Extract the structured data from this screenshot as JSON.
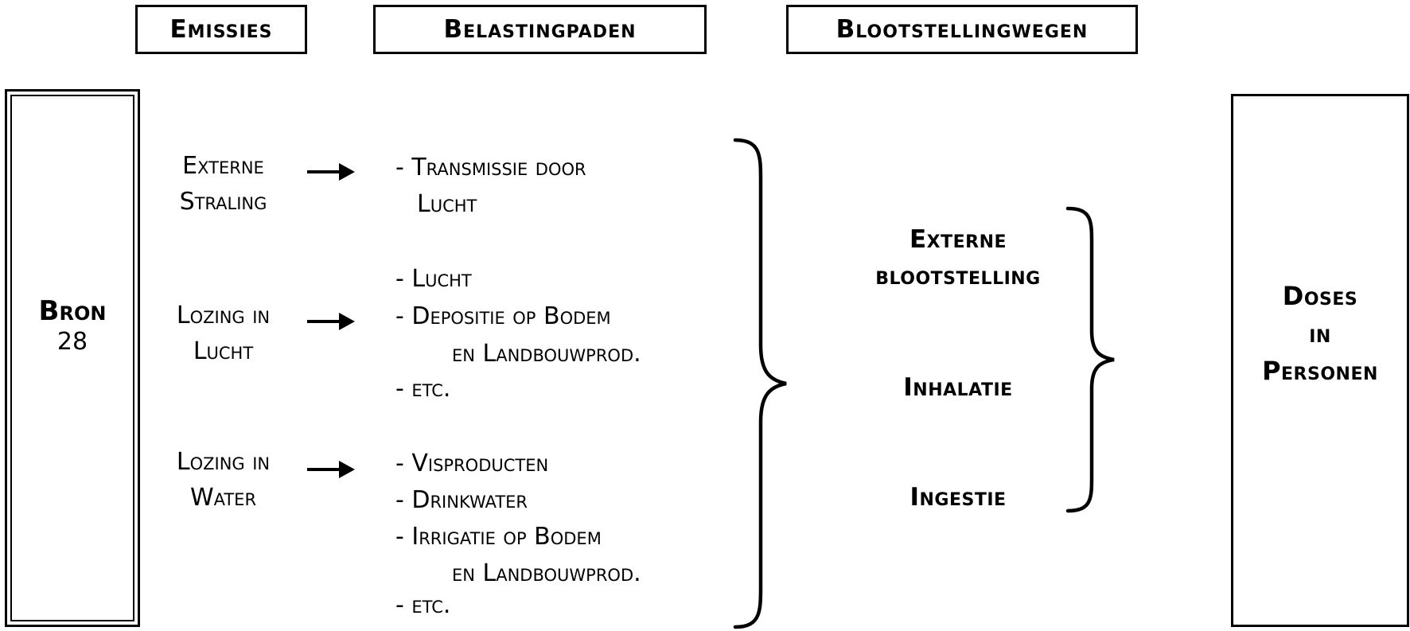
{
  "headers": {
    "emissies": "Emissies",
    "belastingpaden": "Belastingpaden",
    "blootstellingwegen": "Blootstellingwegen"
  },
  "source_box": {
    "label": "Bron",
    "number": "28"
  },
  "emissions": [
    {
      "line1": "Externe",
      "line2": "Straling"
    },
    {
      "line1": "Lozing in",
      "line2": "Lucht"
    },
    {
      "line1": "Lozing in",
      "line2": "Water"
    }
  ],
  "pathway_lines": [
    "- Transmissie door",
    "Lucht",
    "- Lucht",
    "- Depositie op Bodem",
    "en Landbouwprod.",
    "- etc.",
    "- Visproducten",
    "- Drinkwater",
    "- Irrigatie op Bodem",
    "en Landbouwprod.",
    "- etc."
  ],
  "exposure": {
    "external_line1": "Externe",
    "external_line2": "blootstelling",
    "inhalation": "Inhalatie",
    "ingestion": "Ingestie"
  },
  "doses_box": {
    "line1": "Doses",
    "line2": "in",
    "line3": "Personen"
  },
  "colors": {
    "foreground": "#000000",
    "background": "#ffffff"
  }
}
